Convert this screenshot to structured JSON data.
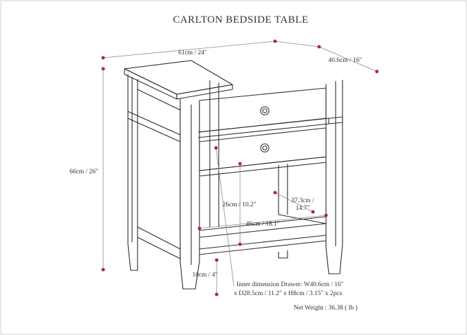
{
  "title": "CARLTON BEDSIDE TABLE",
  "dimensions": {
    "width": "61cm / 24\"",
    "depth": "40.6cm / 16\"",
    "height": "66cm / 26\"",
    "shelf_opening_height": "26cm / 10.2\"",
    "shelf_depth_line1": "37.3cm /",
    "shelf_depth_line2": "14.7\"",
    "shelf_width": "46cm / 18.1\"",
    "leg_height": "10cm / 4\""
  },
  "notes": {
    "inner_drawer_line1": "Inner dimension Drawer: W40.6cm / 16\"",
    "inner_drawer_line2": "x D28.5cm / 11.2\" x H8cm / 3.15\" x 2pcs",
    "net_weight": "Net Weight : 36.38 ( lb )"
  },
  "colors": {
    "line": "#2a2a2a",
    "dim_line": "#8a8a8a",
    "marker": "#b02a2a"
  }
}
